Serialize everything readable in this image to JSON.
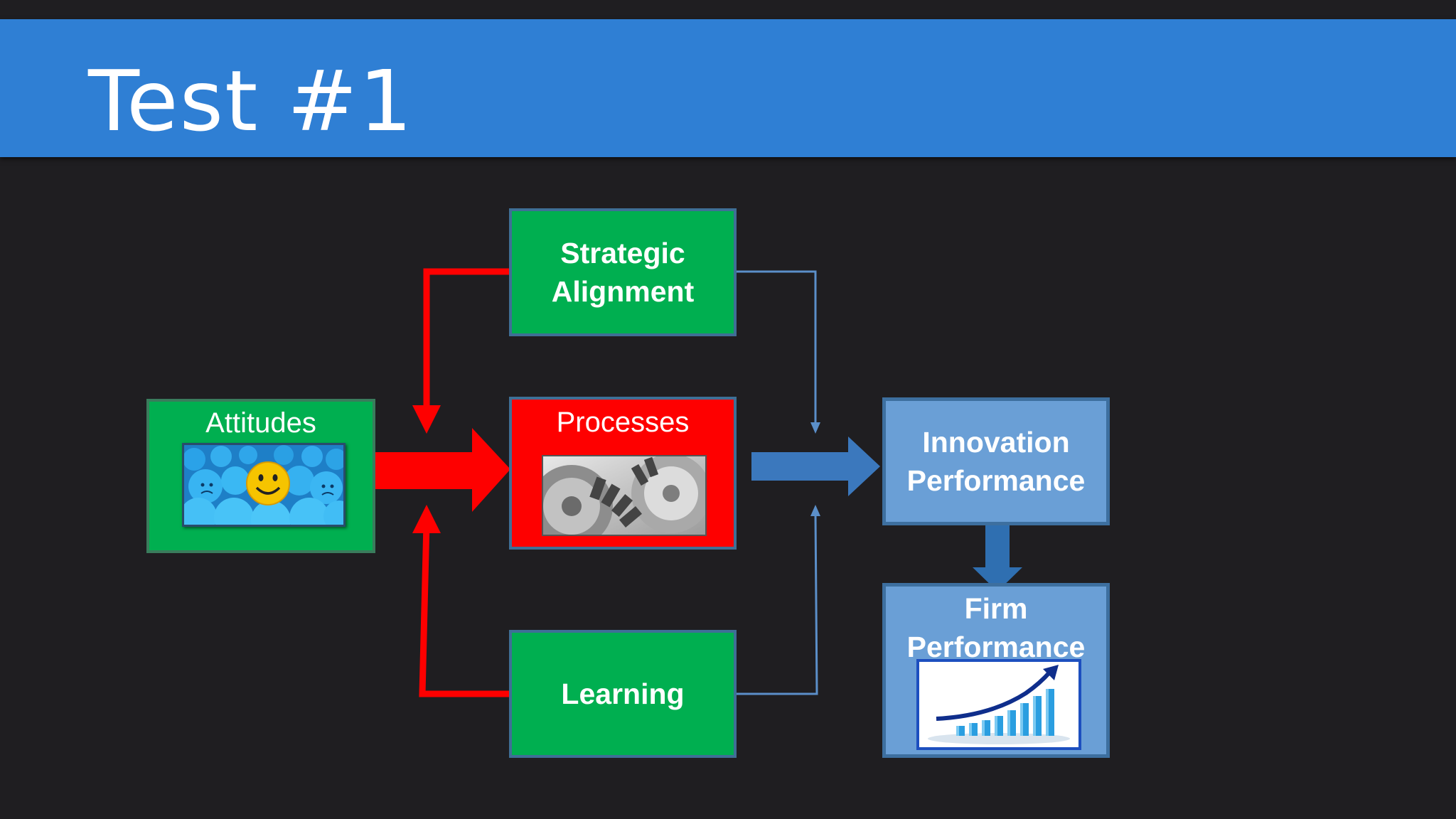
{
  "slide": {
    "title": "Test #1",
    "colors": {
      "background": "#1f1e21",
      "title_bar": "#2f7fd4",
      "green_box": "#00af50",
      "red_box": "#fe0000",
      "blue_box": "#6a9fd6",
      "blue_arrow": "#3b78bd",
      "red_arrow": "#fe0000"
    }
  },
  "diagram": {
    "strategic_alignment": {
      "line1": "Strategic",
      "line2": "Alignment"
    },
    "attitudes": {
      "label": "Attitudes",
      "image_icon": "smiley-crowd-image"
    },
    "processes": {
      "label": "Processes",
      "image_icon": "gears-image"
    },
    "learning": {
      "label": "Learning"
    },
    "innovation_performance": {
      "line1": "Innovation",
      "line2": "Performance"
    },
    "firm_performance": {
      "line1": "Firm",
      "line2": "Performance",
      "image_icon": "growth-chart-image"
    }
  }
}
